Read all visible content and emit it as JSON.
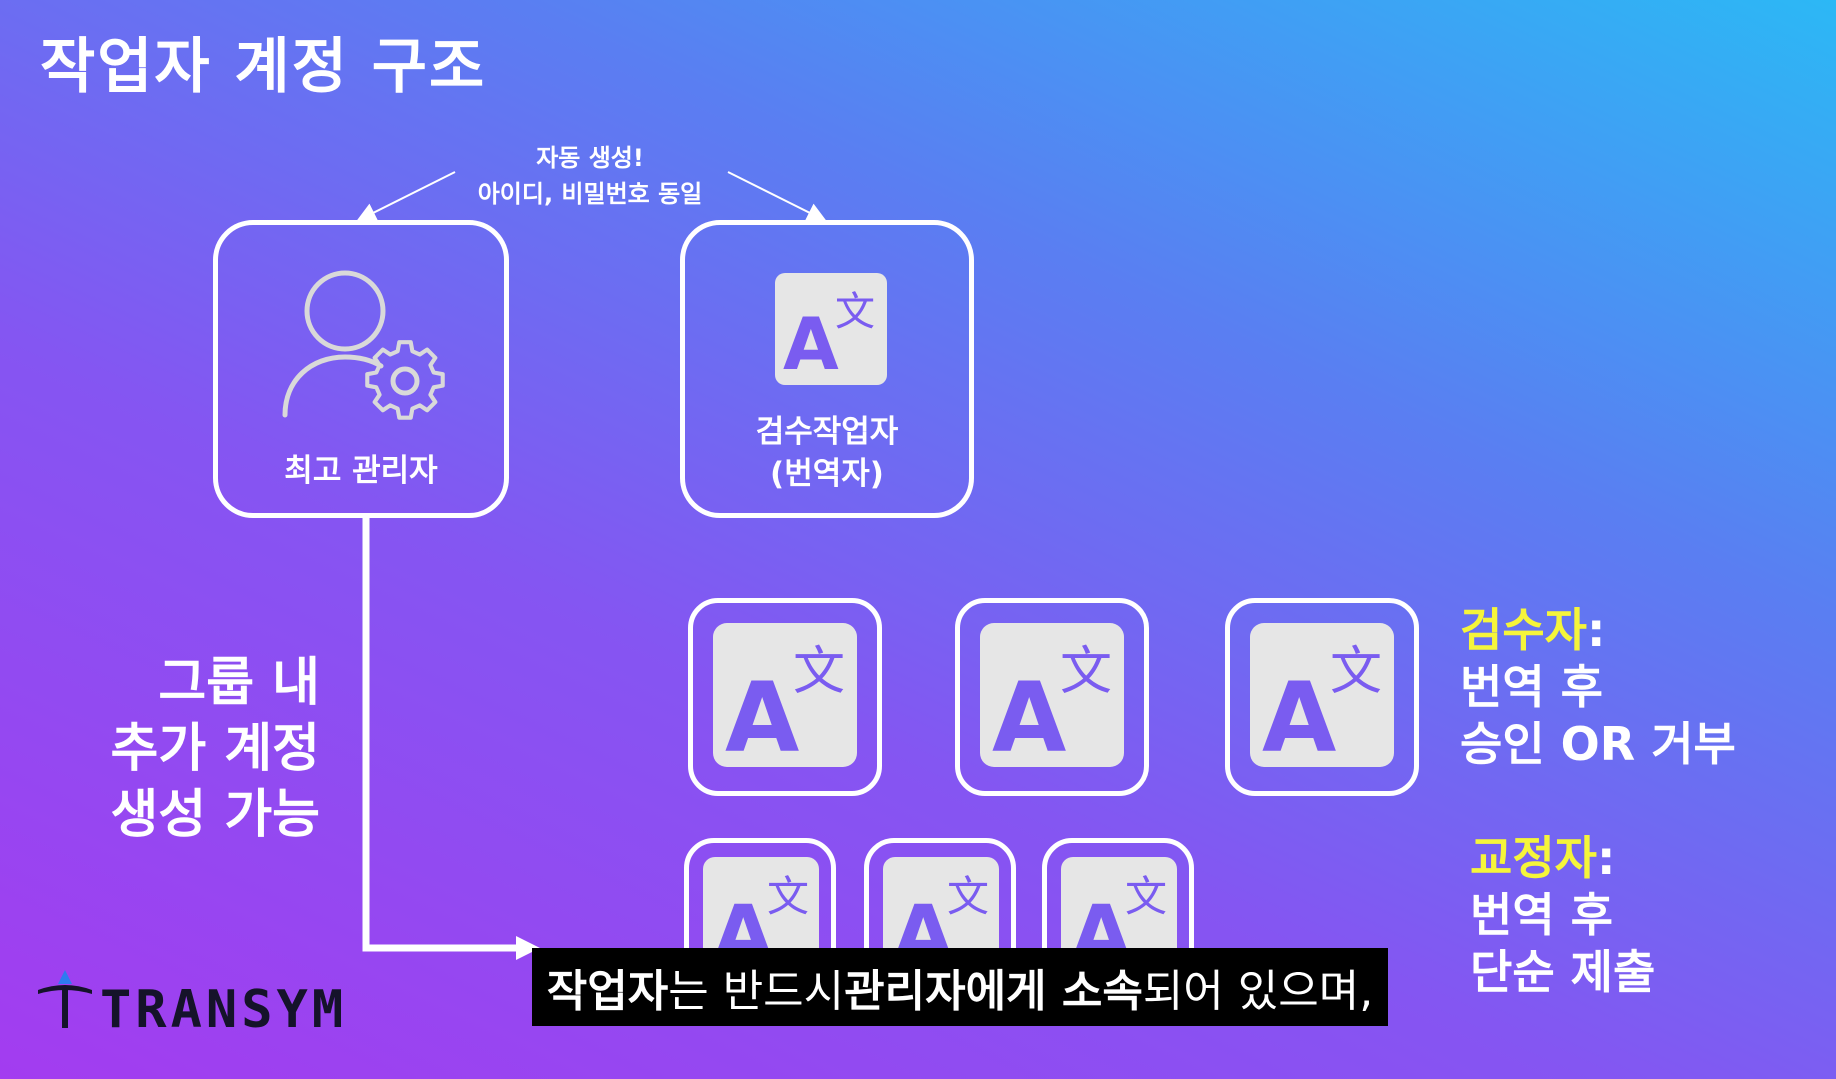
{
  "title": "작업자 계정 구조",
  "auto_note": {
    "line1": "자동 생성!",
    "line2": "아이디, 비밀번호 동일"
  },
  "admin": {
    "label": "최고 관리자",
    "icon": "user-gear-icon"
  },
  "reviewer": {
    "label1": "검수작업자",
    "label2": "(번역자)",
    "icon": "translate-icon"
  },
  "group_text": {
    "line1": "그룹 내",
    "line2": "추가 계정",
    "line3": "생성 가능"
  },
  "roles": {
    "reviewer": {
      "title": "검수자",
      "colon": ":",
      "line1": "번역 후",
      "line2": "승인 OR 거부"
    },
    "proofreader": {
      "title": "교정자",
      "colon": ":",
      "line1": "번역 후",
      "line2": "단순 제출"
    }
  },
  "subtitle": {
    "p1": "작업자",
    "p2": "는 반드시 ",
    "p3": "관리자에게 소속",
    "p4": "되어 있으며,"
  },
  "logo": {
    "text": "TRANSYM"
  },
  "colors": {
    "highlight": "#f5f53a",
    "icon_bg": "#e6e6e6",
    "icon_glyph": "#7a5cf0",
    "logo": "#15132a"
  }
}
